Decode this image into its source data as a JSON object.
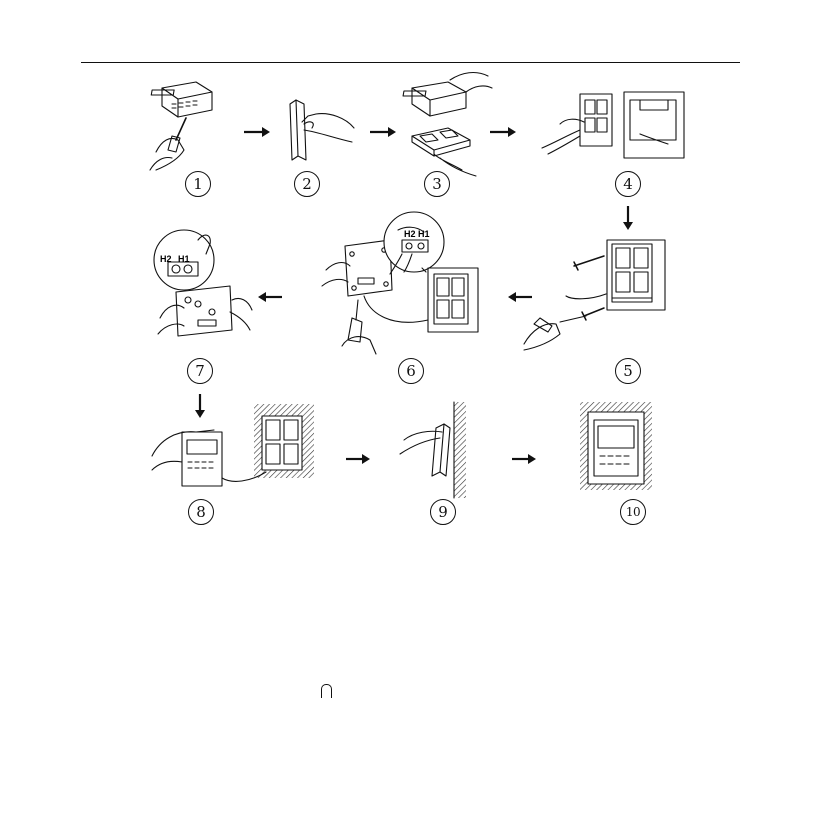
{
  "steps": [
    {
      "number": "1"
    },
    {
      "number": "2"
    },
    {
      "number": "3"
    },
    {
      "number": "4"
    },
    {
      "number": "5"
    },
    {
      "number": "6"
    },
    {
      "number": "7"
    },
    {
      "number": "8"
    },
    {
      "number": "9"
    },
    {
      "number": "10"
    }
  ],
  "step_labels": {
    "numerals": [
      "①",
      "②",
      "③",
      "④",
      "⑤",
      "⑥",
      "⑦",
      "⑧",
      "⑨",
      "⑩"
    ]
  },
  "terminal_labels": {
    "step6_h2": "H2",
    "step6_h1": "H1",
    "step7_h2": "H2",
    "step7_h1": "H1"
  },
  "colors": {
    "ink": "#111111",
    "paper": "#ffffff",
    "hatch": "#333333"
  },
  "icons": [
    "arrow-right-icon",
    "arrow-left-icon",
    "arrow-down-icon",
    "screwdriver-icon",
    "hand-icon",
    "screw-icon"
  ]
}
